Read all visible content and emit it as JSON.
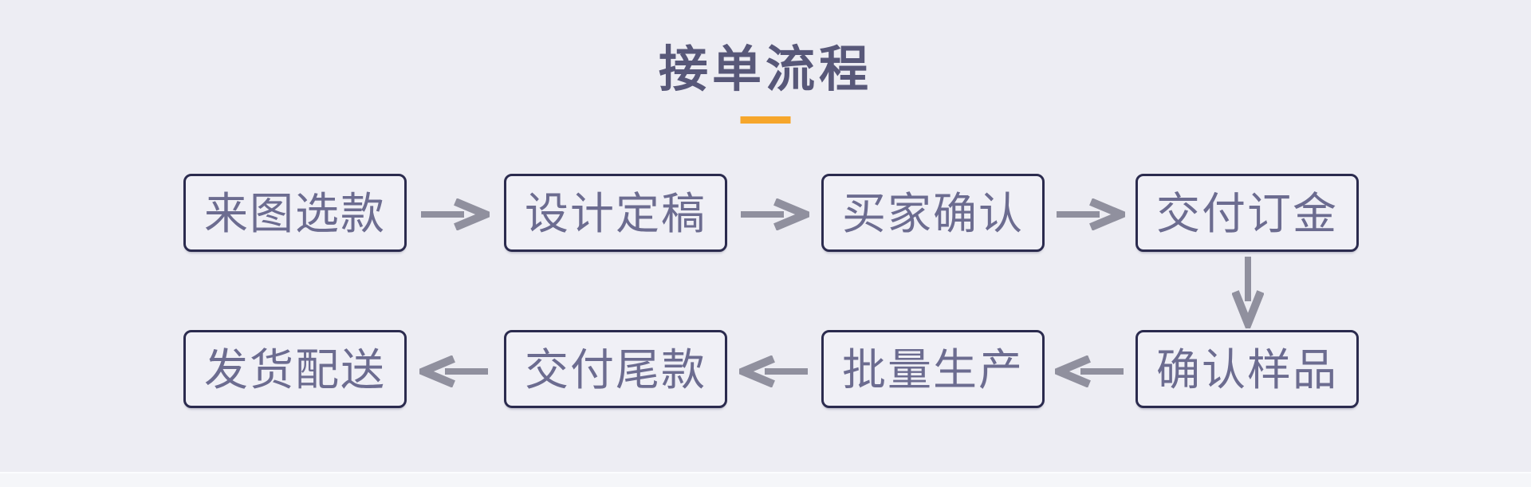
{
  "title": "接单流程",
  "flow": {
    "row1": [
      "来图选款",
      "设计定稿",
      "买家确认",
      "交付订金"
    ],
    "row2": [
      "发货配送",
      "交付尾款",
      "批量生产",
      "确认样品"
    ]
  },
  "sequence": [
    "来图选款",
    "设计定稿",
    "买家确认",
    "交付订金",
    "确认样品",
    "批量生产",
    "交付尾款",
    "发货配送"
  ],
  "colors": {
    "background": "#EDEDF3",
    "box_border": "#2B2B4E",
    "box_fill": "#F0F0F6",
    "step_text": "#6C6C90",
    "title_text": "#585879",
    "arrow": "#90909E",
    "accent_divider": "#F6A62B"
  }
}
